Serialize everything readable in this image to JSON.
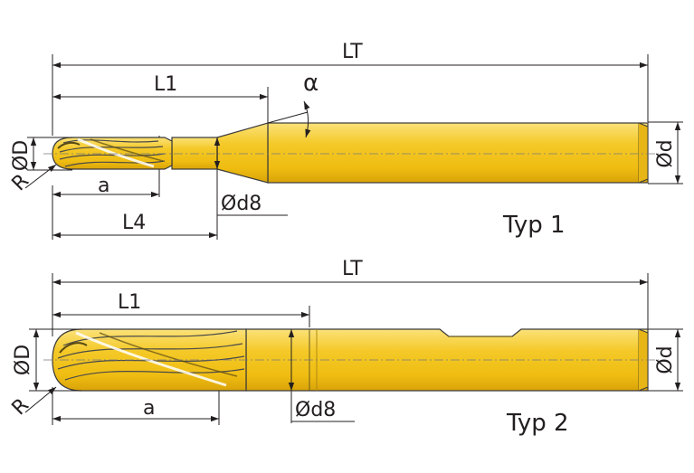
{
  "colors": {
    "tool_fill": "#f2c31c",
    "tool_shadow": "#d9a308",
    "tool_highlight": "#fbe27a",
    "line": "#231f20"
  },
  "typ1": {
    "label": "Typ 1",
    "LT": "LT",
    "L1": "L1",
    "alpha": "α",
    "D": "ØD",
    "R": "R",
    "a": "a",
    "L4": "L4",
    "d8": "Ød8",
    "d": "Ød"
  },
  "typ2": {
    "label": "Typ 2",
    "LT": "LT",
    "L1": "L1",
    "D": "ØD",
    "R": "R",
    "a": "a",
    "d8": "Ød8",
    "d": "Ød"
  }
}
